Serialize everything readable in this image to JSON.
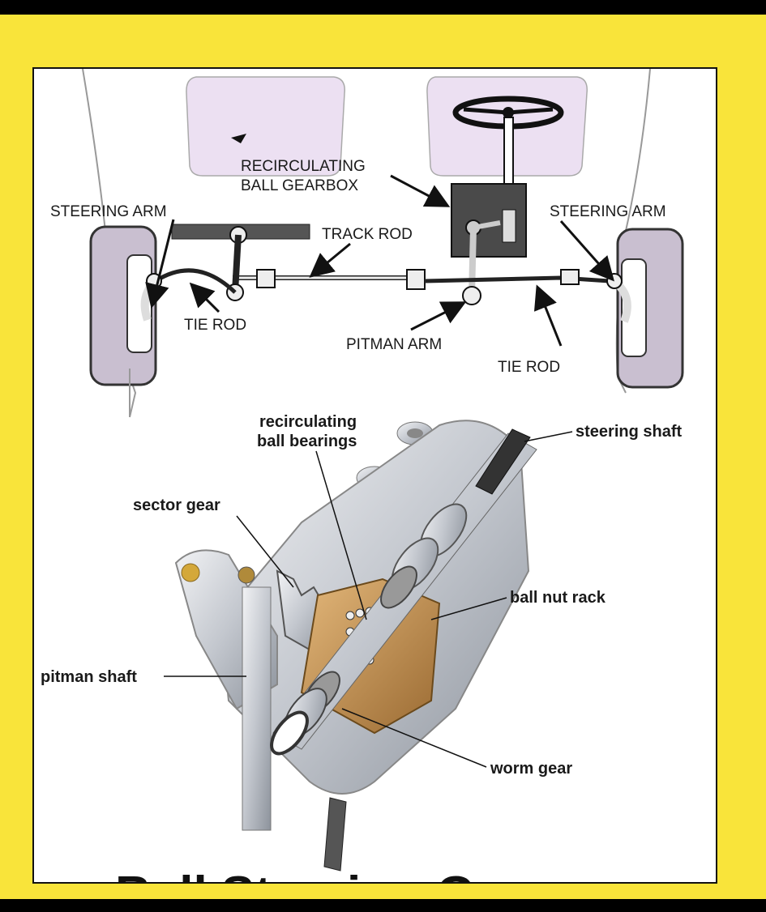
{
  "diagram": {
    "top_labels": {
      "recirculating_ball_gearbox": [
        "RECIRCULATING",
        "BALL GEARBOX"
      ],
      "steering_arm_left": "STEERING ARM",
      "steering_arm_right": "STEERING ARM",
      "track_rod": "TRACK ROD",
      "tie_rod_left": "TIE ROD",
      "pitman_arm": "PITMAN ARM",
      "tie_rod_right": "TIE ROD"
    },
    "bottom_labels": {
      "recirculating_ball_bearings": [
        "recirculating",
        "ball bearings"
      ],
      "steering_shaft": "steering shaft",
      "sector_gear": "sector gear",
      "ball_nut_rack": "ball nut rack",
      "pitman_shaft": "pitman shaft",
      "worm_gear": "worm gear"
    },
    "partial_title": "Ball Steering Gear"
  },
  "colors": {
    "frame": "#f9e43a",
    "panel": "#ffffff",
    "seat": "#ece0f2",
    "tyre": "#c9bfd0",
    "gearbox": "#4a4a4a",
    "metal": "#c8ccd2",
    "brass": "#b98a4a"
  }
}
